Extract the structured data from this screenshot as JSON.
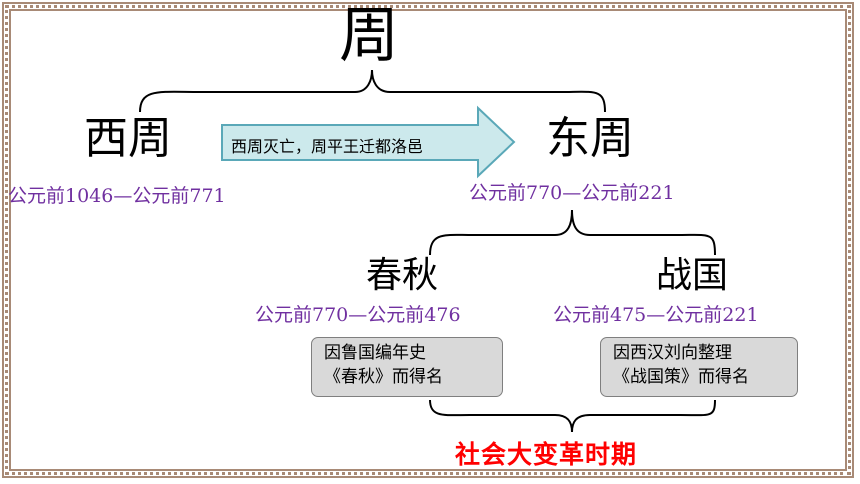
{
  "title": "周",
  "west": {
    "name": "西周",
    "dates": "公元前1046—公元前771"
  },
  "transition": "西周灭亡，周平王迁都洛邑",
  "east": {
    "name": "东周",
    "dates": "公元前770—公元前221"
  },
  "spring_autumn": {
    "name": "春秋",
    "dates": "公元前770—公元前476",
    "note_line1": "因鲁国编年史",
    "note_line2": "《春秋》而得名"
  },
  "warring_states": {
    "name": "战国",
    "dates": "公元前475—公元前221",
    "note_line1": "因西汉刘向整理",
    "note_line2": "《战国策》而得名"
  },
  "era_label": "社会大变革时期",
  "colors": {
    "frame": "#a88a76",
    "date_text": "#7030a0",
    "arrow_fill": "#cce9ec",
    "arrow_stroke": "#5aa8b8",
    "note_fill": "#d9d9d9",
    "era_text": "#ff0000"
  }
}
